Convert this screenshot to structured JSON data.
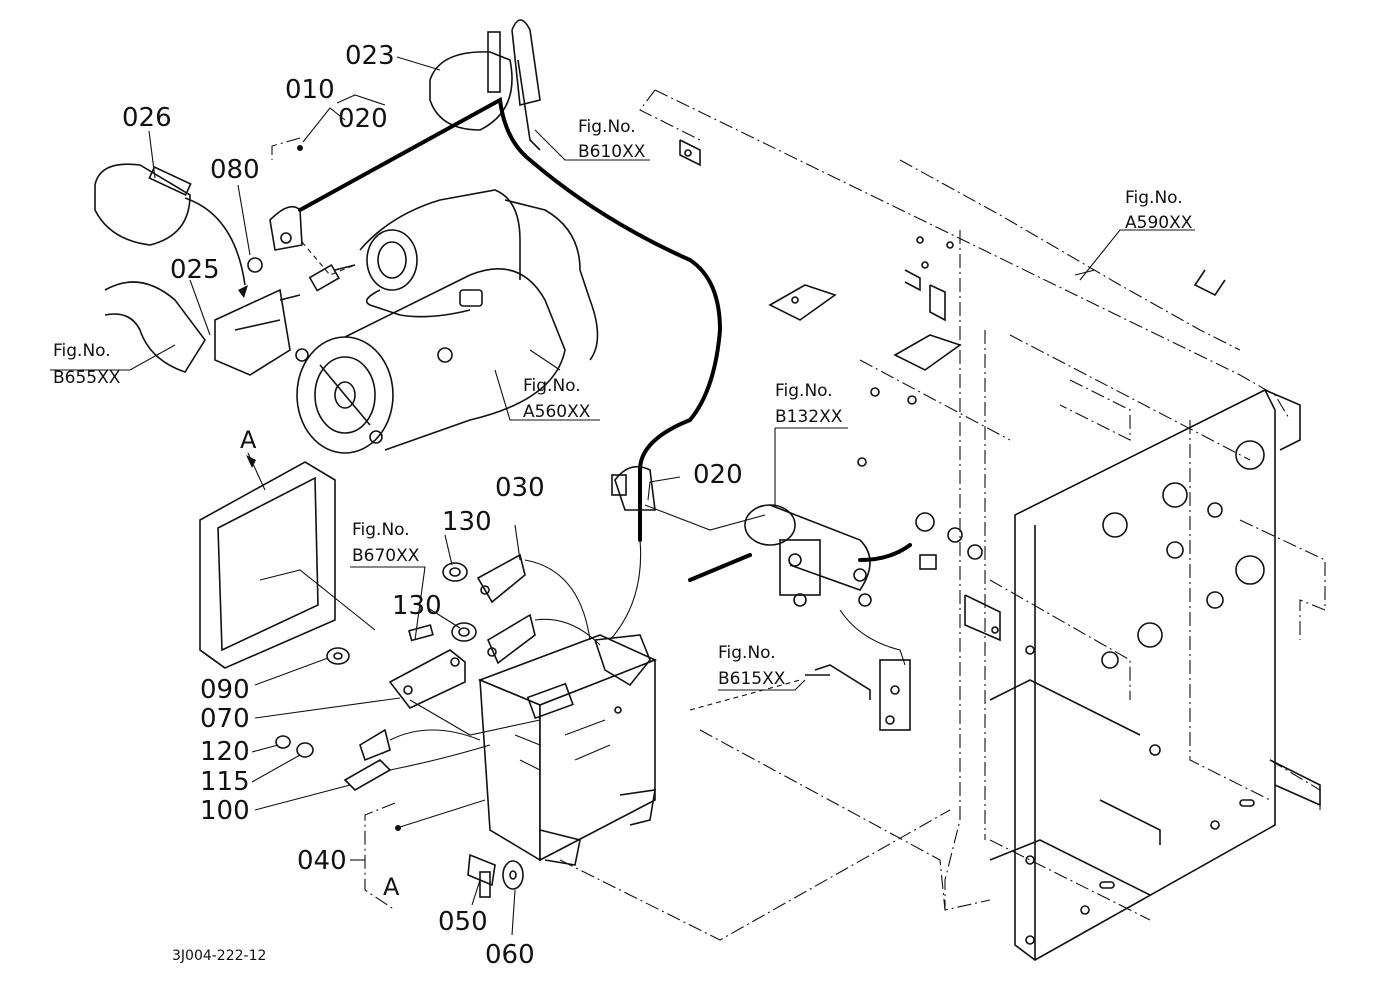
{
  "parts": {
    "p023": "023",
    "p010": "010",
    "p020_top": "020",
    "p026": "026",
    "p080": "080",
    "p025": "025",
    "p020_mid": "020",
    "p030": "030",
    "p130_a": "130",
    "p130_b": "130",
    "p090": "090",
    "p070": "070",
    "p120": "120",
    "p115": "115",
    "p100": "100",
    "p040": "040",
    "p050": "050",
    "p060": "060"
  },
  "figrefs": {
    "b610": {
      "line1": "Fig.No.",
      "line2": "B610XX"
    },
    "a590": {
      "line1": "Fig.No.",
      "line2": "A590XX"
    },
    "b655": {
      "line1": "Fig.No.",
      "line2": "B655XX"
    },
    "a560": {
      "line1": "Fig.No.",
      "line2": "A560XX"
    },
    "b132": {
      "line1": "Fig.No.",
      "line2": "B132XX"
    },
    "b670": {
      "line1": "Fig.No.",
      "line2": "B670XX"
    },
    "b615": {
      "line1": "Fig.No.",
      "line2": "B615XX"
    }
  },
  "letters": {
    "view_a_top": "A",
    "view_a_bottom": "A"
  },
  "drawing_code": "3J004-222-12"
}
